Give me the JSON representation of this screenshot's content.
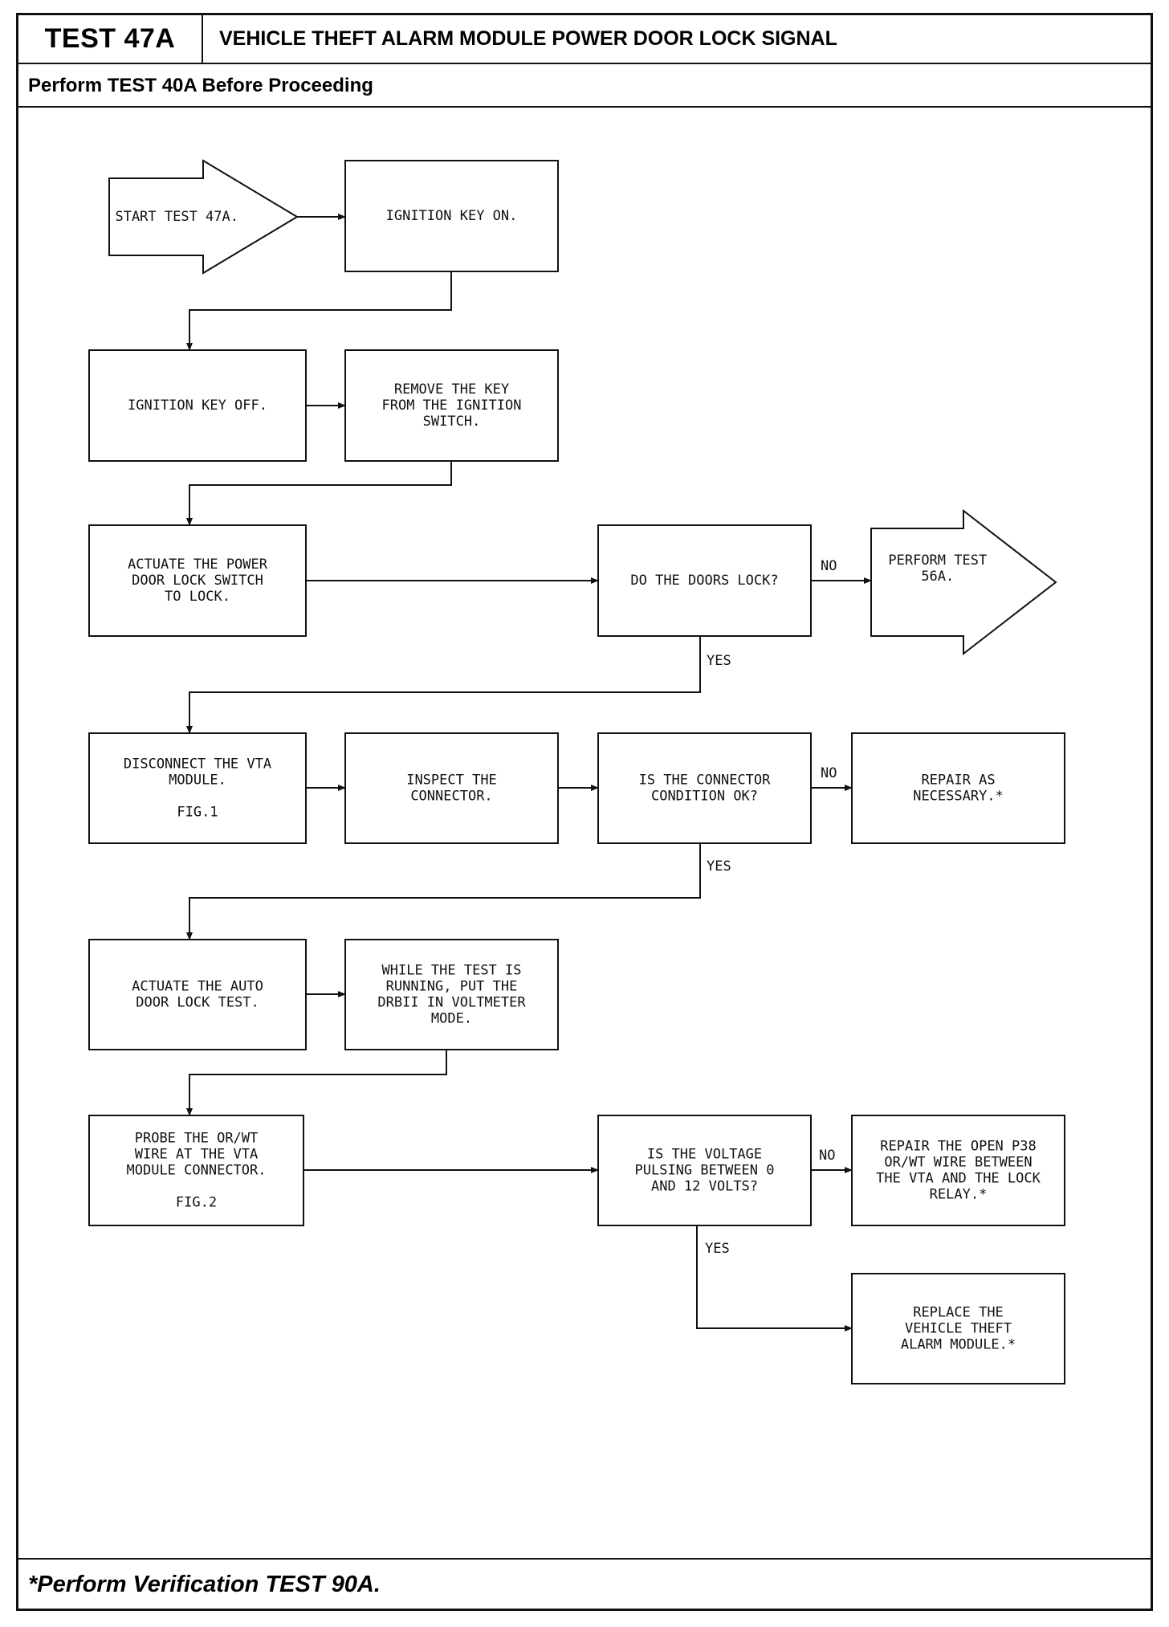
{
  "header": {
    "test_id": "TEST 47A",
    "title": "VEHICLE THEFT ALARM MODULE POWER DOOR LOCK SIGNAL",
    "prerequisite": "Perform TEST 40A Before Proceeding"
  },
  "footer": {
    "note": "*Perform Verification TEST 90A."
  },
  "flowchart": {
    "nodes": [
      {
        "id": "start",
        "shape": "arrow",
        "lines": [
          "START TEST 47A."
        ]
      },
      {
        "id": "key_on",
        "shape": "box",
        "lines": [
          "IGNITION KEY ON."
        ]
      },
      {
        "id": "key_off",
        "shape": "box",
        "lines": [
          "IGNITION KEY OFF."
        ]
      },
      {
        "id": "remove_key",
        "shape": "box",
        "lines": [
          "REMOVE THE KEY",
          "FROM THE IGNITION",
          "SWITCH."
        ]
      },
      {
        "id": "actuate_switch",
        "shape": "box",
        "lines": [
          "ACTUATE THE POWER",
          "DOOR LOCK SWITCH",
          "TO LOCK."
        ]
      },
      {
        "id": "doors_lock",
        "shape": "box",
        "lines": [
          "DO THE DOORS LOCK?"
        ]
      },
      {
        "id": "test_56a",
        "shape": "arrow",
        "lines": [
          "PERFORM TEST",
          "56A."
        ]
      },
      {
        "id": "disconnect_vta",
        "shape": "box",
        "lines": [
          "DISCONNECT THE VTA",
          "MODULE.",
          "",
          "FIG.1"
        ]
      },
      {
        "id": "inspect_connector",
        "shape": "box",
        "lines": [
          "INSPECT THE",
          "CONNECTOR."
        ]
      },
      {
        "id": "connector_ok",
        "shape": "box",
        "lines": [
          "IS THE CONNECTOR",
          "CONDITION OK?"
        ]
      },
      {
        "id": "repair_necessary",
        "shape": "box",
        "lines": [
          "REPAIR AS",
          "NECESSARY.*"
        ]
      },
      {
        "id": "auto_door_lock",
        "shape": "box",
        "lines": [
          "ACTUATE THE AUTO",
          "DOOR LOCK TEST."
        ]
      },
      {
        "id": "voltmeter_mode",
        "shape": "box",
        "lines": [
          "WHILE THE TEST IS",
          "RUNNING, PUT THE",
          "DRBII IN VOLTMETER",
          "MODE."
        ]
      },
      {
        "id": "probe_wire",
        "shape": "box",
        "lines": [
          "PROBE THE OR/WT",
          "WIRE AT THE VTA",
          "MODULE CONNECTOR.",
          "",
          "FIG.2"
        ]
      },
      {
        "id": "voltage_pulsing",
        "shape": "box",
        "lines": [
          "IS THE VOLTAGE",
          "PULSING BETWEEN 0",
          "AND 12 VOLTS?"
        ]
      },
      {
        "id": "repair_open",
        "shape": "box",
        "lines": [
          "REPAIR THE OPEN P38",
          "OR/WT WIRE BETWEEN",
          "THE VTA AND THE LOCK",
          "RELAY.*"
        ]
      },
      {
        "id": "replace_module",
        "shape": "box",
        "lines": [
          "REPLACE THE",
          "VEHICLE THEFT",
          "ALARM MODULE.*"
        ]
      }
    ],
    "edges": [
      {
        "from": "start",
        "to": "key_on",
        "label": ""
      },
      {
        "from": "key_on",
        "to": "key_off",
        "label": ""
      },
      {
        "from": "key_off",
        "to": "remove_key",
        "label": ""
      },
      {
        "from": "remove_key",
        "to": "actuate_switch",
        "label": ""
      },
      {
        "from": "actuate_switch",
        "to": "doors_lock",
        "label": ""
      },
      {
        "from": "doors_lock",
        "to": "test_56a",
        "label": "NO"
      },
      {
        "from": "doors_lock",
        "to": "disconnect_vta",
        "label": "YES"
      },
      {
        "from": "disconnect_vta",
        "to": "inspect_connector",
        "label": ""
      },
      {
        "from": "inspect_connector",
        "to": "connector_ok",
        "label": ""
      },
      {
        "from": "connector_ok",
        "to": "repair_necessary",
        "label": "NO"
      },
      {
        "from": "connector_ok",
        "to": "auto_door_lock",
        "label": "YES"
      },
      {
        "from": "auto_door_lock",
        "to": "voltmeter_mode",
        "label": ""
      },
      {
        "from": "voltmeter_mode",
        "to": "probe_wire",
        "label": ""
      },
      {
        "from": "probe_wire",
        "to": "voltage_pulsing",
        "label": ""
      },
      {
        "from": "voltage_pulsing",
        "to": "repair_open",
        "label": "NO"
      },
      {
        "from": "voltage_pulsing",
        "to": "replace_module",
        "label": "YES"
      }
    ]
  }
}
